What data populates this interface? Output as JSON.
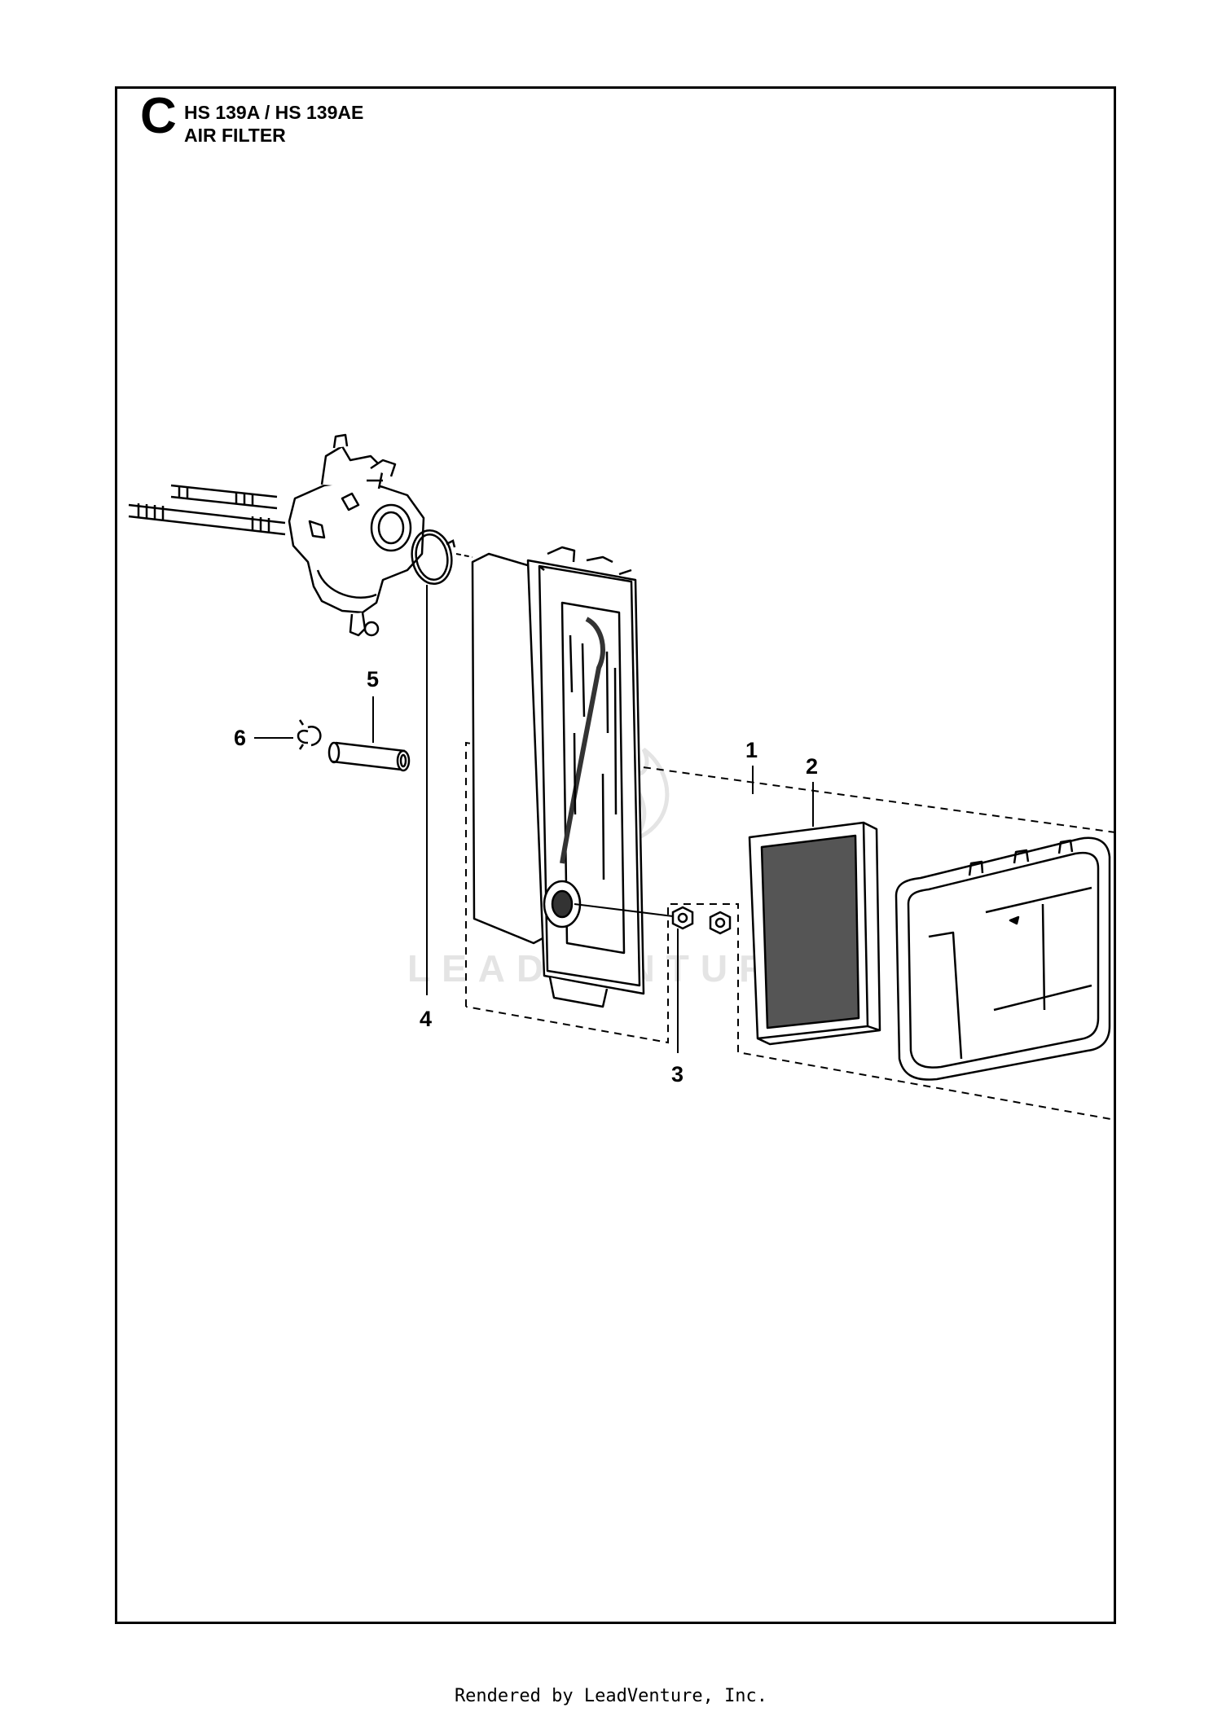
{
  "header": {
    "section_letter": "C",
    "model": "HS 139A / HS 139AE",
    "title": "AIR FILTER"
  },
  "callouts": [
    {
      "id": "1",
      "label": "1",
      "part": "air-filter-assembly"
    },
    {
      "id": "2",
      "label": "2",
      "part": "air-filter-element"
    },
    {
      "id": "3",
      "label": "3",
      "part": "nuts"
    },
    {
      "id": "4",
      "label": "4",
      "part": "clamp-ring"
    },
    {
      "id": "5",
      "label": "5",
      "part": "tube"
    },
    {
      "id": "6",
      "label": "6",
      "part": "hose-clip"
    }
  ],
  "watermark": "LEADVENTURE",
  "footer": {
    "text": "Rendered by LeadVenture, Inc."
  },
  "colors": {
    "line": "#000000",
    "background": "#ffffff",
    "watermark": "#e6e6e6",
    "filter_media": "#555555"
  }
}
